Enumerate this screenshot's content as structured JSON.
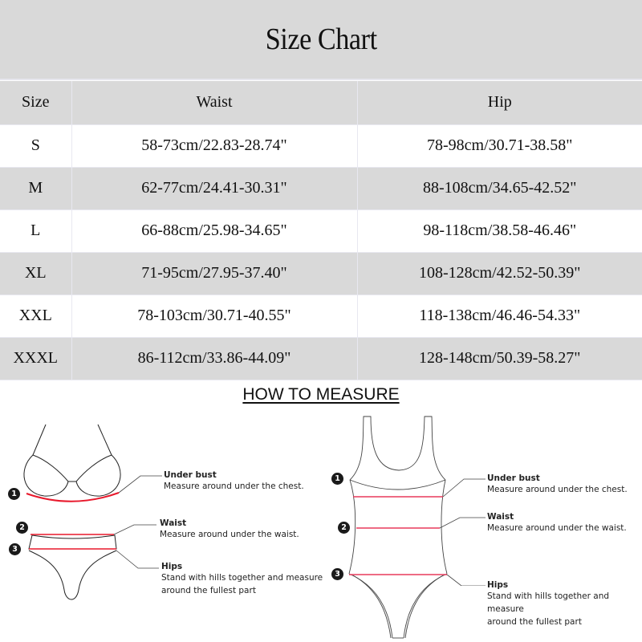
{
  "title": "Size Chart",
  "table": {
    "headers": [
      "Size",
      "Waist",
      "Hip"
    ],
    "rows": [
      {
        "size": "S",
        "waist": "58-73cm/22.83-28.74\"",
        "hip": "78-98cm/30.71-38.58\""
      },
      {
        "size": "M",
        "waist": "62-77cm/24.41-30.31\"",
        "hip": "88-108cm/34.65-42.52\""
      },
      {
        "size": "L",
        "waist": "66-88cm/25.98-34.65\"",
        "hip": "98-118cm/38.58-46.46\""
      },
      {
        "size": "XL",
        "waist": "71-95cm/27.95-37.40\"",
        "hip": "108-128cm/42.52-50.39\""
      },
      {
        "size": "XXL",
        "waist": "78-103cm/30.71-40.55\"",
        "hip": "118-138cm/46.46-54.33\""
      },
      {
        "size": "XXXL",
        "waist": "86-112cm/33.86-44.09\"",
        "hip": "128-148cm/50.39-58.27\""
      }
    ]
  },
  "how_to_measure": {
    "heading": "HOW TO MEASURE",
    "badges": [
      "1",
      "2",
      "3"
    ],
    "steps": [
      {
        "label": "Under bust",
        "desc": "Measure around under the chest."
      },
      {
        "label": "Waist",
        "desc": "Measure around under the waist."
      },
      {
        "label": "Hips",
        "desc_line1": "Stand with hills together and measure",
        "desc_line2": "around  the fullest part"
      }
    ]
  },
  "colors": {
    "band_gray": "#d9d9d9",
    "measure_line_red": "#e8192c",
    "measure_line_pink": "#e83a5c",
    "badge": "#1a1a1a"
  }
}
